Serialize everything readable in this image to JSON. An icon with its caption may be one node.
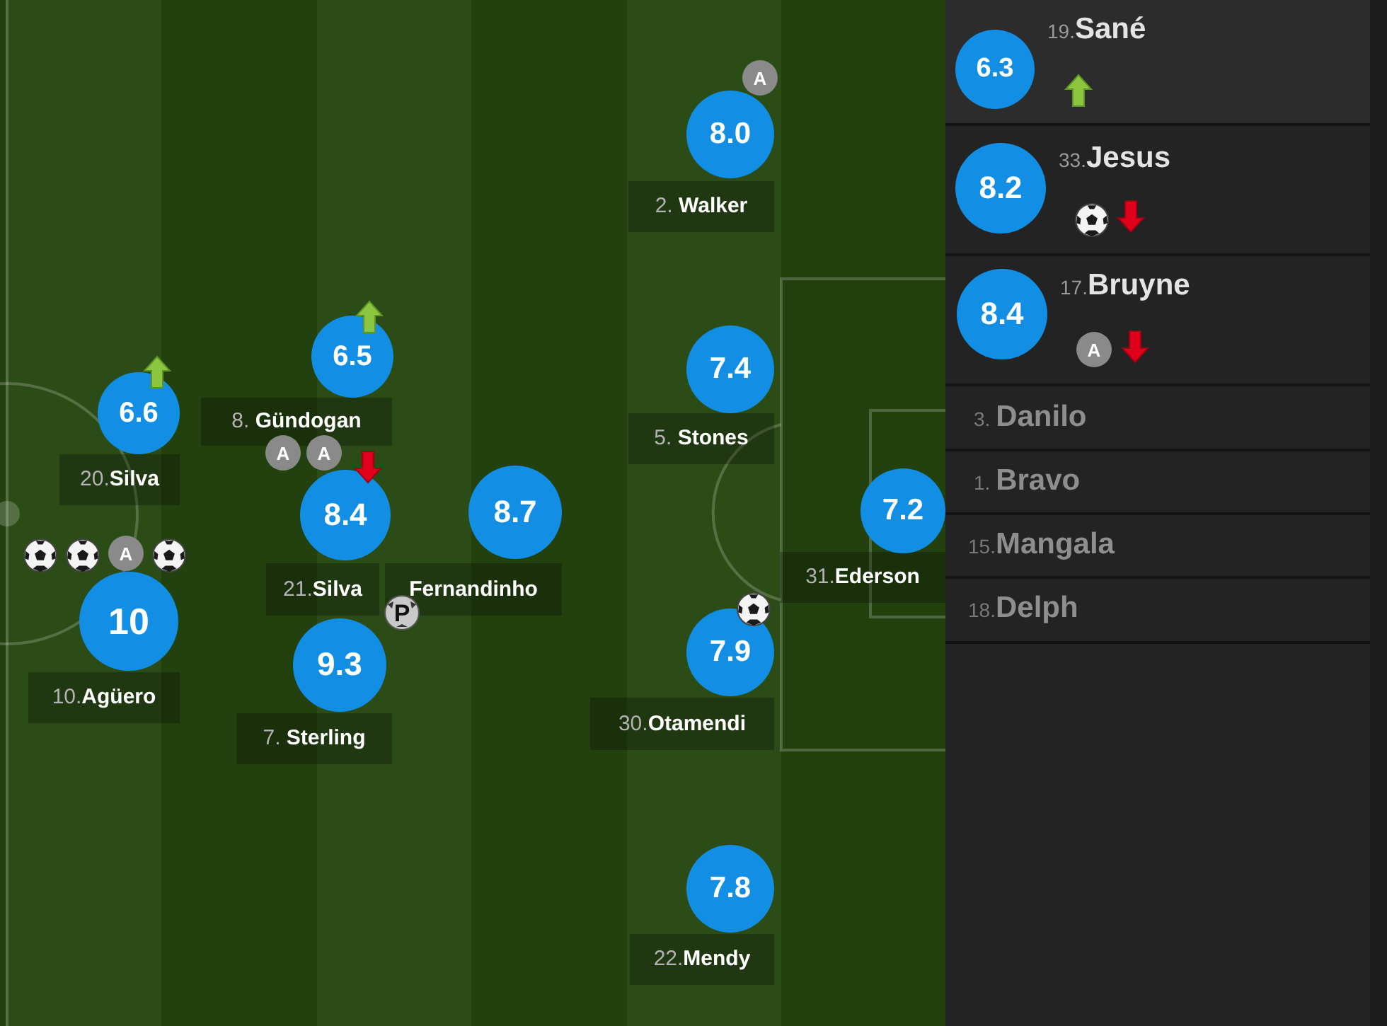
{
  "diagram": {
    "nodes": [
      {
        "text": [
          "8.0"
        ],
        "beside": [
          "2. **Walker**",
          "A"
        ]
      },
      {
        "text": [
          "6.6"
        ],
        "beside": [
          "20.**Silva**"
        ]
      },
      {
        "text": [
          "6.5"
        ],
        "beside": [
          "8. **Gündogan**"
        ]
      },
      {
        "text": [
          "7.4"
        ],
        "beside": [
          "5. **Stones**"
        ]
      },
      {
        "text": [
          "8.4"
        ],
        "beside": [
          "21.**Silva**",
          "A",
          "A"
        ]
      },
      {
        "text": [
          "8.7"
        ],
        "beside": [
          "Fernandinho"
        ]
      },
      {
        "text": [
          "7.2"
        ],
        "beside": [
          "31.**Ederson**"
        ]
      },
      {
        "text": [
          "10"
        ],
        "beside": [
          "10.**Agüero**",
          "A"
        ]
      },
      {
        "text": [
          "9.3"
        ],
        "beside": [
          "7. **Sterling**",
          "P"
        ]
      },
      {
        "text": [
          "7.9"
        ],
        "beside": [
          "30.**Otamendi**"
        ]
      },
      {
        "text": [
          "7.8"
        ],
        "beside": [
          "22.**Mendy**"
        ]
      },
      {
        "text": [
          "6.3"
        ],
        "beside": [
          "19.**Sané**"
        ]
      },
      {
        "text": [
          "8.2"
        ],
        "beside": [
          "33.**Jesus**"
        ]
      },
      {
        "text": [
          "8.4"
        ],
        "beside": [
          "17.**Bruyne**",
          "A"
        ]
      }
    ],
    "labels": [
      "3. **Danilo**",
      "1. **Bravo**",
      "15.**Mangala**",
      "18.**Delph**"
    ]
  }
}
